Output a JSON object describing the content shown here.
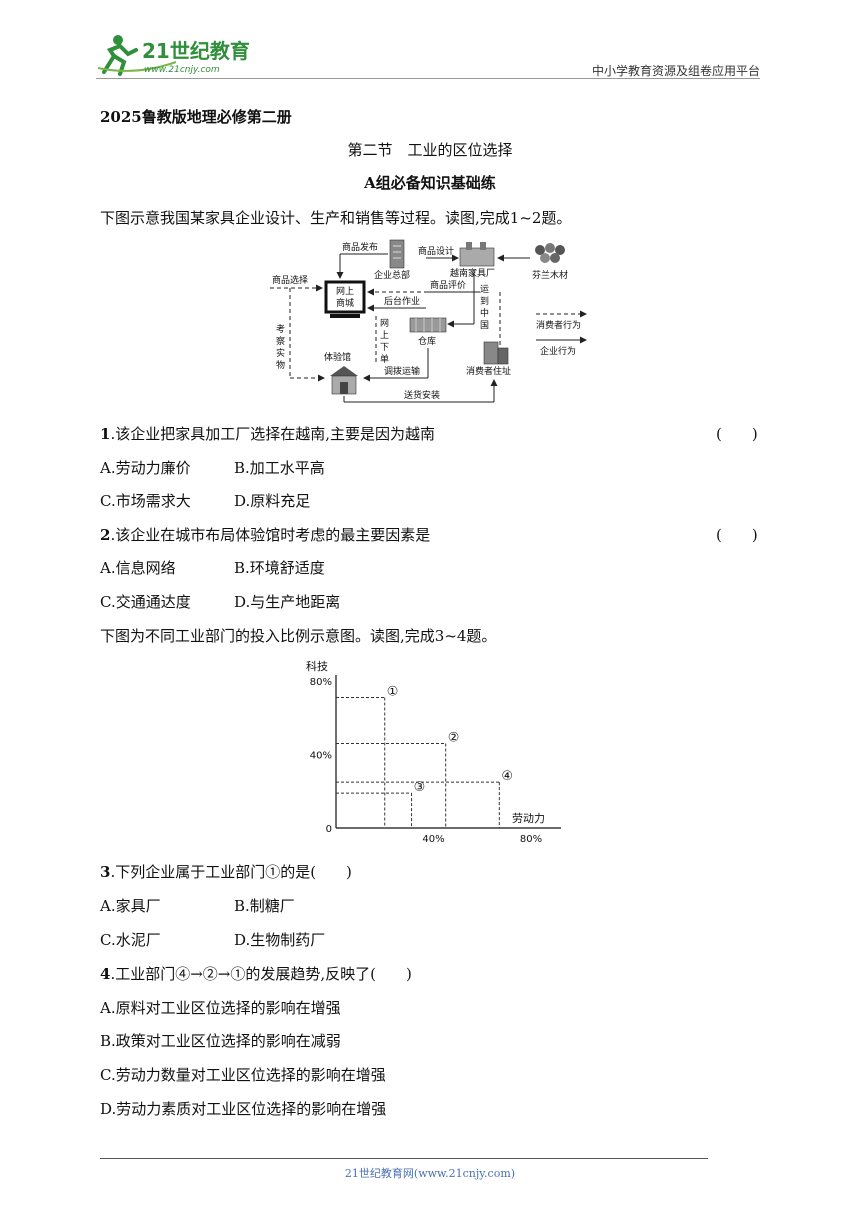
{
  "header": {
    "logo_text": "21世纪教育",
    "logo_url_text": "www.21cnjy.com",
    "platform": "中小学教育资源及组卷应用平台"
  },
  "doc_title": "2025鲁教版地理必修第二册",
  "section_title": "第二节　工业的区位选择",
  "group_title": "A组必备知识基础练",
  "intro1": "下图示意我国某家具企业设计、生产和销售等过程。读图,完成1~2题。",
  "flow_diagram": {
    "nodes": {
      "hq": "企业总部",
      "vietnam": "越南家具厂",
      "finland": "芬兰木材",
      "mall": [
        "网上",
        "商城"
      ],
      "warehouse": "仓库",
      "experience": "体验馆",
      "consumer": "消费者住址"
    },
    "arrows": {
      "publish": "商品发布",
      "design": "商品设计",
      "select": "商品选择",
      "evaluate": "商品评价",
      "backend": "后台作业",
      "ship_china": [
        "运",
        "到",
        "中",
        "国"
      ],
      "inspect": [
        "考",
        "察",
        "实",
        "物"
      ],
      "online_order": [
        "网",
        "上",
        "下",
        "单"
      ],
      "transfer": "调拨运输",
      "deliver": "送货安装"
    },
    "legend": {
      "consumer": "消费者行为",
      "enterprise": "企业行为"
    }
  },
  "questions": {
    "q1": {
      "num": "1",
      "text": ".该企业把家具加工厂选择在越南,主要是因为越南",
      "bracket": "(　　)",
      "options": [
        "A.劳动力廉价",
        "B.加工水平高",
        "C.市场需求大",
        "D.原料充足"
      ]
    },
    "q2": {
      "num": "2",
      "text": ".该企业在城市布局体验馆时考虑的最主要因素是",
      "bracket": "(　　)",
      "options": [
        "A.信息网络",
        "B.环境舒适度",
        "C.交通通达度",
        "D.与生产地距离"
      ]
    },
    "intro2": "下图为不同工业部门的投入比例示意图。读图,完成3~4题。",
    "q3": {
      "num": "3",
      "text": ".下列企业属于工业部门①的是(　　)",
      "options": [
        "A.家具厂",
        "B.制糖厂",
        "C.水泥厂",
        "D.生物制药厂"
      ]
    },
    "q4": {
      "num": "4",
      "text": ".工业部门④→②→①的发展趋势,反映了(　　)",
      "options": [
        "A.原料对工业区位选择的影响在增强",
        "B.政策对工业区位选择的影响在减弱",
        "C.劳动力数量对工业区位选择的影响在增强",
        "D.劳动力素质对工业区位选择的影响在增强"
      ]
    }
  },
  "chart_data": {
    "type": "scatter",
    "ylabel": "科技",
    "xlabel": "劳动力",
    "y_ticks": [
      "0",
      "40%",
      "80%"
    ],
    "x_ticks": [
      "40%",
      "80%"
    ],
    "xlim": [
      0,
      80
    ],
    "ylim": [
      0,
      80
    ],
    "points": [
      {
        "label": "①",
        "x": 20,
        "y": 71
      },
      {
        "label": "②",
        "x": 45,
        "y": 46
      },
      {
        "label": "③",
        "x": 31,
        "y": 19
      },
      {
        "label": "④",
        "x": 67,
        "y": 25
      }
    ]
  },
  "footer": "21世纪教育网(www.21cnjy.com)"
}
